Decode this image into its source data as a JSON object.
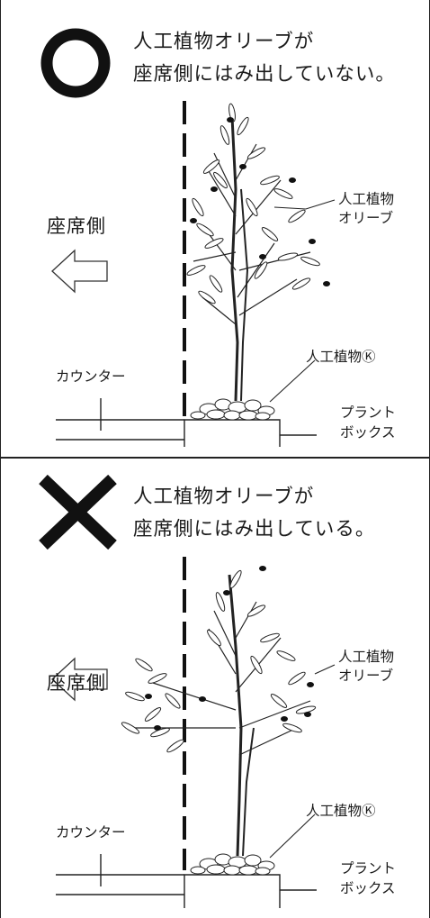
{
  "good": {
    "symbol": "circle-ok",
    "headline": [
      "人工植物オリーブが",
      "座席側にはみ出していない。"
    ],
    "side_label": "座席側",
    "plant_label": [
      "人工植物",
      "オリーブ"
    ],
    "base_label": "人工植物Ⓚ",
    "counter_label": "カウンター",
    "box_label": [
      "プラント",
      "ボックス"
    ]
  },
  "bad": {
    "symbol": "cross-ng",
    "headline": [
      "人工植物オリーブが",
      "座席側にはみ出している。"
    ],
    "side_label": "座席側",
    "plant_label": [
      "人工植物",
      "オリーブ"
    ],
    "base_label": "人工植物Ⓚ",
    "counter_label": "カウンター",
    "box_label": [
      "プラント",
      "ボックス"
    ]
  }
}
